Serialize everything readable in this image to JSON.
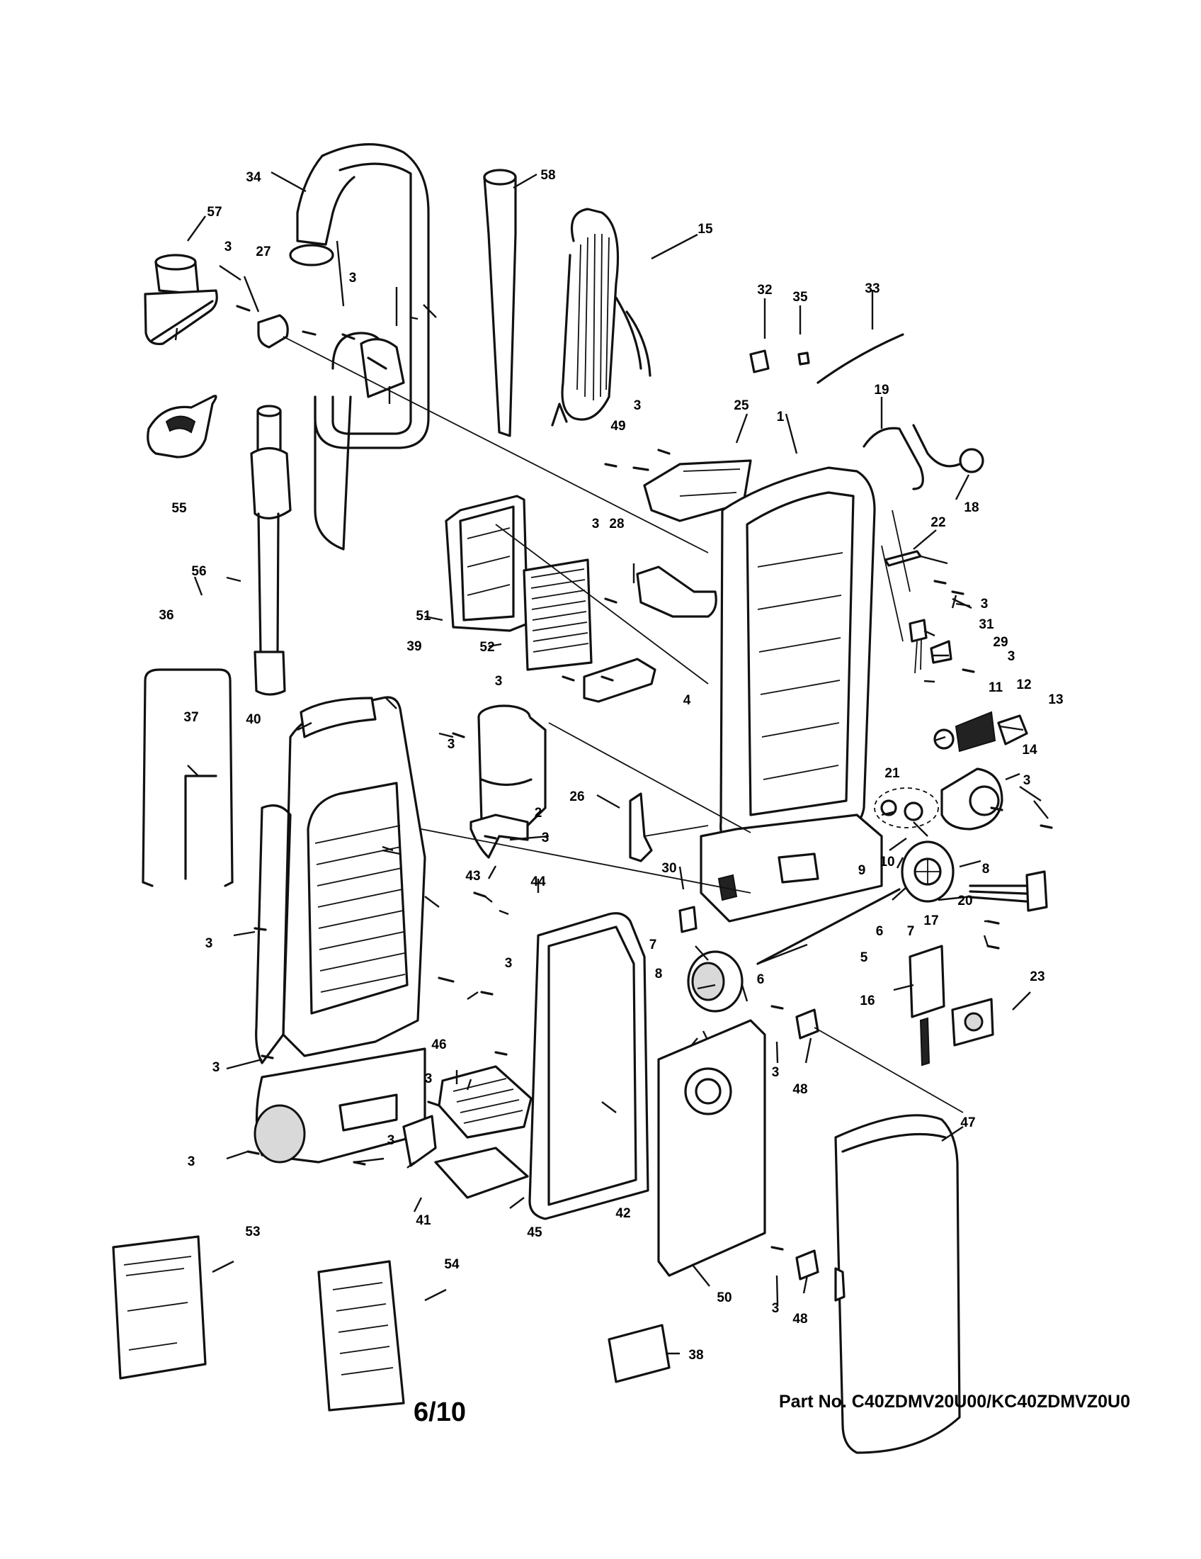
{
  "footer": {
    "page_label": "6/10",
    "part_number": "Part No. C40ZDMV20U00/KC40ZDMVZ0U0"
  },
  "callouts": {
    "c1": "1",
    "c2": "2",
    "c3": "3",
    "c4": "4",
    "c5": "5",
    "c6": "6",
    "c7": "7",
    "c8": "8",
    "c9": "9",
    "c10": "10",
    "c11": "11",
    "c12": "12",
    "c13": "13",
    "c14": "14",
    "c15": "15",
    "c16": "16",
    "c17": "17",
    "c18": "18",
    "c19": "19",
    "c20": "20",
    "c21": "21",
    "c22": "22",
    "c23": "23",
    "c25": "25",
    "c26": "26",
    "c27": "27",
    "c28": "28",
    "c29": "29",
    "c30": "30",
    "c31": "31",
    "c32": "32",
    "c33": "33",
    "c34": "34",
    "c35": "35",
    "c36": "36",
    "c37": "37",
    "c38": "38",
    "c39": "39",
    "c40": "40",
    "c41": "41",
    "c42": "42",
    "c43": "43",
    "c44": "44",
    "c45": "45",
    "c46": "46",
    "c47": "47",
    "c48": "48",
    "c49": "49",
    "c50": "50",
    "c51": "51",
    "c52": "52",
    "c53": "53",
    "c54": "54",
    "c55": "55",
    "c56": "56",
    "c57": "57",
    "c58": "58"
  }
}
